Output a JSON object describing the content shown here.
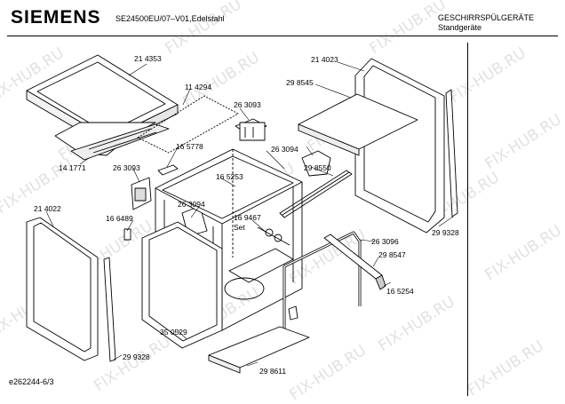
{
  "header": {
    "brand": "SIEMENS",
    "model": "SE24500EU/07–V01,Edelstahl",
    "category": "GESCHIRRSPÜLGERÄTE",
    "subcategory": "Standgeräte"
  },
  "footer": {
    "doc_id": "e262244-6/3"
  },
  "watermark": "FIX-HUB.RU",
  "parts": {
    "p214353": "21 4353",
    "p114294": "11 4294",
    "p263093a": "26 3093",
    "p165778": "16 5778",
    "p141771": "14 1771",
    "p263093b": "26 3093",
    "p165253": "16 5253",
    "p263094a": "26 3094",
    "p263094b": "26 3094",
    "p214023": "21 4023",
    "p298545": "29 8545",
    "p298550": "29 8550",
    "p214022": "21 4022",
    "p166489": "16 6489",
    "p169467": "16 9467",
    "set": "Set",
    "p263096": "26 3096",
    "p298547": "29 8547",
    "p165254": "16 5254",
    "p299328a": "29 9328",
    "p350529": "35 0529",
    "p299328b": "29 9328",
    "p298611": "29 8611"
  }
}
